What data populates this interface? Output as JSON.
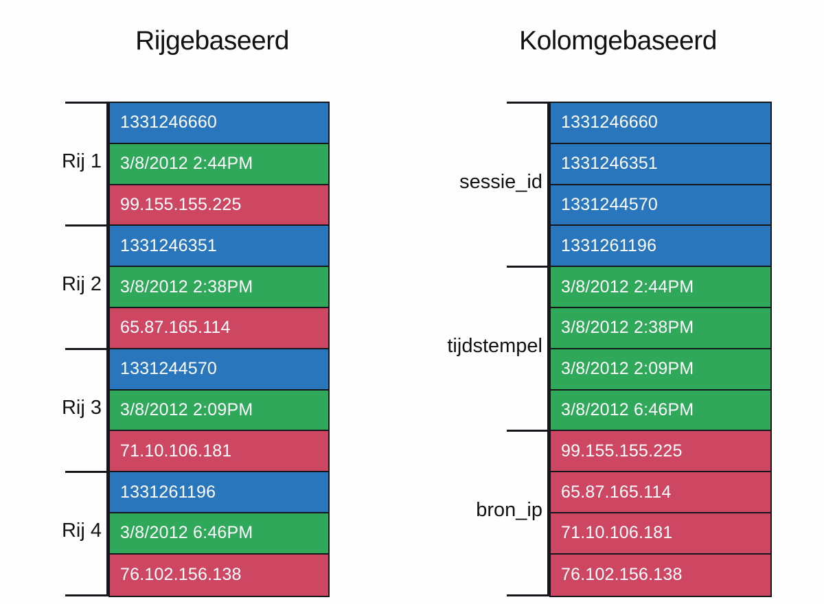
{
  "diagram": {
    "left_panel": {
      "title": "Rijgebaseerd",
      "group_labels": [
        "Rij 1",
        "Rij 2",
        "Rij 3",
        "Rij 4"
      ],
      "cells": [
        {
          "kind": "session",
          "value": "1331246660"
        },
        {
          "kind": "timestamp",
          "value": "3/8/2012  2:44PM"
        },
        {
          "kind": "ip",
          "value": "99.155.155.225"
        },
        {
          "kind": "session",
          "value": "1331246351"
        },
        {
          "kind": "timestamp",
          "value": "3/8/2012  2:38PM"
        },
        {
          "kind": "ip",
          "value": "65.87.165.114"
        },
        {
          "kind": "session",
          "value": "1331244570"
        },
        {
          "kind": "timestamp",
          "value": "3/8/2012  2:09PM"
        },
        {
          "kind": "ip",
          "value": "71.10.106.181"
        },
        {
          "kind": "session",
          "value": "1331261196"
        },
        {
          "kind": "timestamp",
          "value": "3/8/2012  6:46PM"
        },
        {
          "kind": "ip",
          "value": "76.102.156.138"
        }
      ]
    },
    "right_panel": {
      "title": "Kolomgebaseerd",
      "group_labels": [
        "sessie_id",
        "tijdstempel",
        "bron_ip"
      ],
      "cells": [
        {
          "kind": "session",
          "value": "1331246660"
        },
        {
          "kind": "session",
          "value": "1331246351"
        },
        {
          "kind": "session",
          "value": "1331244570"
        },
        {
          "kind": "session",
          "value": "1331261196"
        },
        {
          "kind": "timestamp",
          "value": "3/8/2012  2:44PM"
        },
        {
          "kind": "timestamp",
          "value": "3/8/2012  2:38PM"
        },
        {
          "kind": "timestamp",
          "value": "3/8/2012  2:09PM"
        },
        {
          "kind": "timestamp",
          "value": "3/8/2012  6:46PM"
        },
        {
          "kind": "ip",
          "value": "99.155.155.225"
        },
        {
          "kind": "ip",
          "value": "65.87.165.114"
        },
        {
          "kind": "ip",
          "value": "71.10.106.181"
        },
        {
          "kind": "ip",
          "value": "76.102.156.138"
        }
      ]
    },
    "colors": {
      "session": "#2a76bd",
      "timestamp": "#2fa85a",
      "ip": "#ce4762",
      "outline": "#15161c",
      "text_on_cell": "#ffffff",
      "label_text": "#111111",
      "background": "#fefefe"
    }
  }
}
